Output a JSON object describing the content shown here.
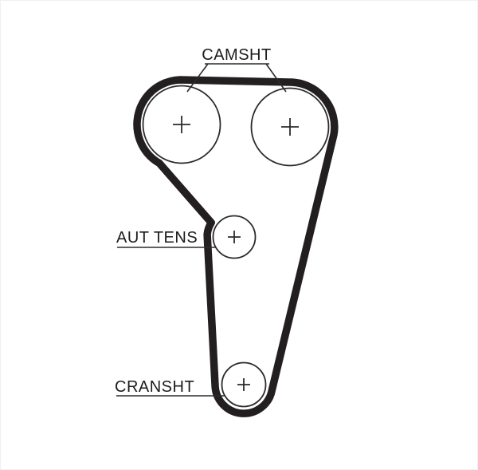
{
  "diagram": {
    "type": "timing-belt-routing",
    "labels": {
      "camshaft": "CAMSHT",
      "tensioner": "AUT TENS",
      "crankshaft": "CRANSHT"
    },
    "colors": {
      "belt": "#231f20",
      "line": "#2b2b2b",
      "background": "#ffffff"
    },
    "pulleys": [
      {
        "name": "camshaft-pulley-left",
        "label": "CAMSHT"
      },
      {
        "name": "camshaft-pulley-right",
        "label": "CAMSHT"
      },
      {
        "name": "automatic-tensioner-pulley",
        "label": "AUT TENS"
      },
      {
        "name": "crankshaft-pulley",
        "label": "CRANSHT"
      }
    ]
  }
}
